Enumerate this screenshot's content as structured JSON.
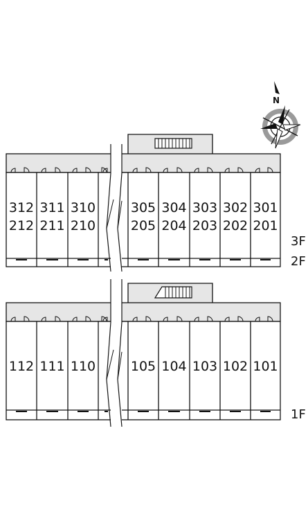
{
  "compass": {
    "label": "N",
    "icon": "compass-rose-icon"
  },
  "upper_plan": {
    "floors": [
      "3F",
      "2F"
    ],
    "units_left": [
      {
        "top": "312",
        "bottom": "212"
      },
      {
        "top": "311",
        "bottom": "211"
      },
      {
        "top": "310",
        "bottom": "210"
      },
      {
        "top": "",
        "bottom": ""
      }
    ],
    "units_right": [
      {
        "top": "305",
        "bottom": "205"
      },
      {
        "top": "304",
        "bottom": "204"
      },
      {
        "top": "303",
        "bottom": "203"
      },
      {
        "top": "302",
        "bottom": "202"
      },
      {
        "top": "301",
        "bottom": "201"
      }
    ]
  },
  "lower_plan": {
    "floors": [
      "1F"
    ],
    "units_left": [
      {
        "label": "112"
      },
      {
        "label": "111"
      },
      {
        "label": "110"
      },
      {
        "label": ""
      }
    ],
    "units_right": [
      {
        "label": "105"
      },
      {
        "label": "104"
      },
      {
        "label": "103"
      },
      {
        "label": "102"
      },
      {
        "label": "101"
      }
    ]
  },
  "colors": {
    "corridor": "#e6e6e6",
    "line": "#111111",
    "compass_ring": "#9a9a9a"
  }
}
